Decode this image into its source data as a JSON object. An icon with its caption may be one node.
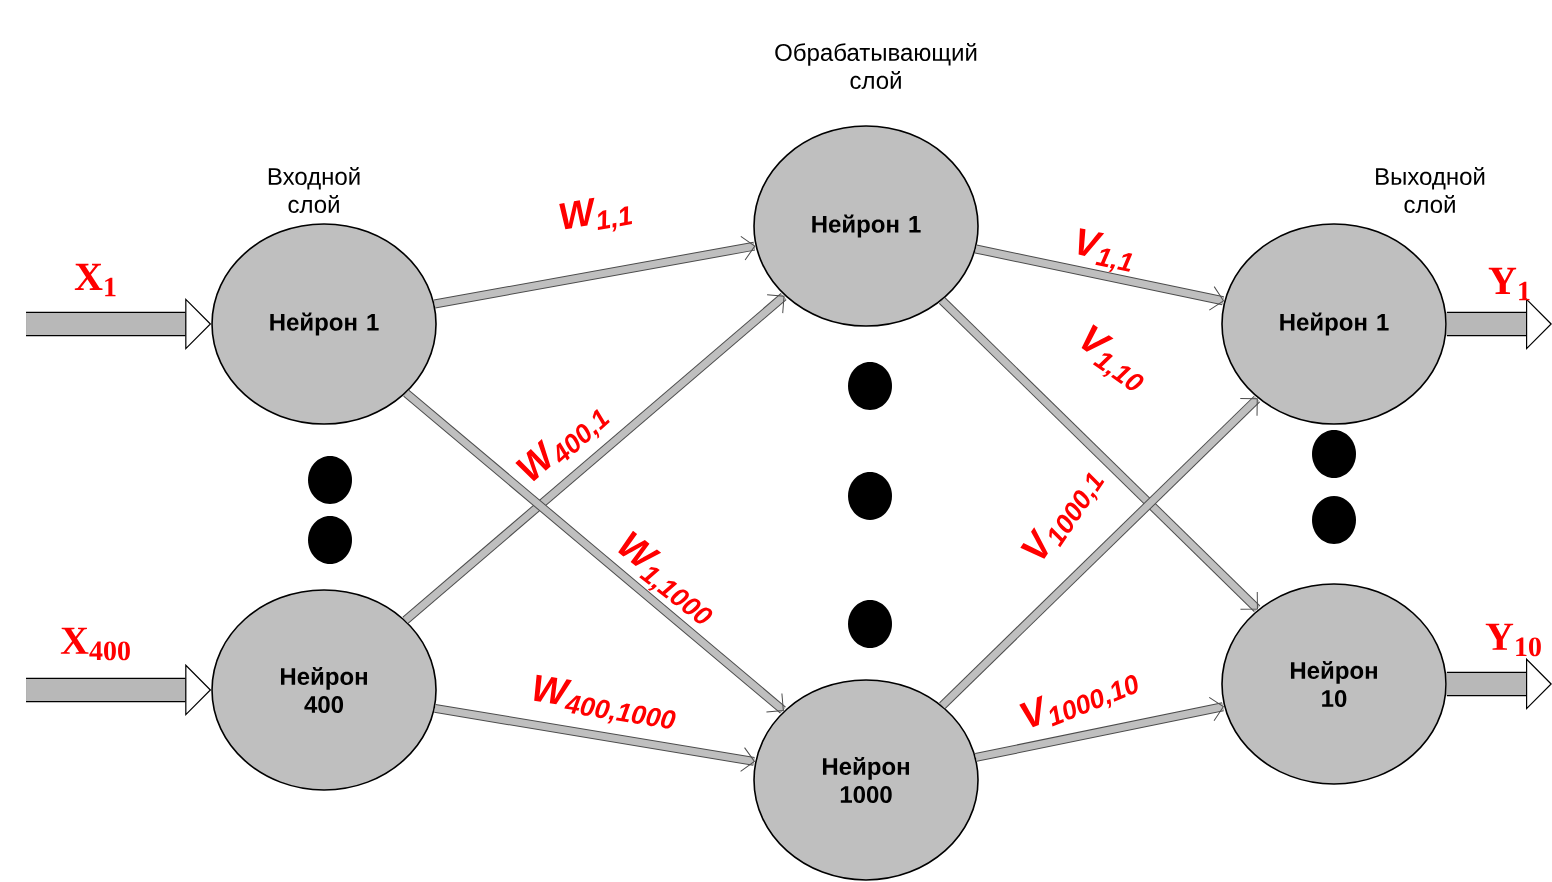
{
  "diagram": {
    "nodes": [
      {
        "text": [
          "Нейрон 1"
        ]
      },
      {
        "text": [
          "Нейрон 400"
        ]
      },
      {
        "text": [
          "Нейрон 1"
        ]
      },
      {
        "text": [
          "Нейрон 1000"
        ]
      },
      {
        "text": [
          "Нейрон 1"
        ]
      },
      {
        "text": [
          "Нейрон 10"
        ]
      }
    ],
    "edges": [
      {
        "from": null,
        "to": 0,
        "arrow": "to",
        "label": "X$_{1}$",
        "style": "thick"
      },
      {
        "from": null,
        "to": 1,
        "arrow": "to",
        "label": "X$_{400}$",
        "style": "thick"
      },
      {
        "from": 0,
        "to": 2,
        "arrow": "to",
        "label": "W$_{1,1}$"
      },
      {
        "from": 1,
        "to": 2,
        "arrow": "to",
        "label": "W$_{400,1}$"
      },
      {
        "from": 0,
        "to": 3,
        "arrow": "to",
        "label": "W$_{1,1000}$"
      },
      {
        "from": 1,
        "to": 3,
        "arrow": "to",
        "label": "W$_{400,1000}$"
      },
      {
        "from": 2,
        "to": 4,
        "arrow": "to",
        "label": "V$_{1,1}$"
      },
      {
        "from": 2,
        "to": 5,
        "arrow": "to",
        "label": "V$_{1,10}$"
      },
      {
        "from": 3,
        "to": 4,
        "arrow": "to",
        "label": "V$_{1000,1}$"
      },
      {
        "from": 3,
        "to": 5,
        "arrow": "to",
        "label": "V$_{1000,10}$"
      },
      {
        "from": 4,
        "to": null,
        "arrow": "to",
        "label": "Y$_{1}$",
        "style": "thick"
      },
      {
        "from": 5,
        "to": null,
        "arrow": "to",
        "label": "Y$_{10}$",
        "style": "thick"
      }
    ],
    "labels": [
      "Входной слой",
      "Обрабатывающий слой",
      "Выходной слой"
    ]
  }
}
